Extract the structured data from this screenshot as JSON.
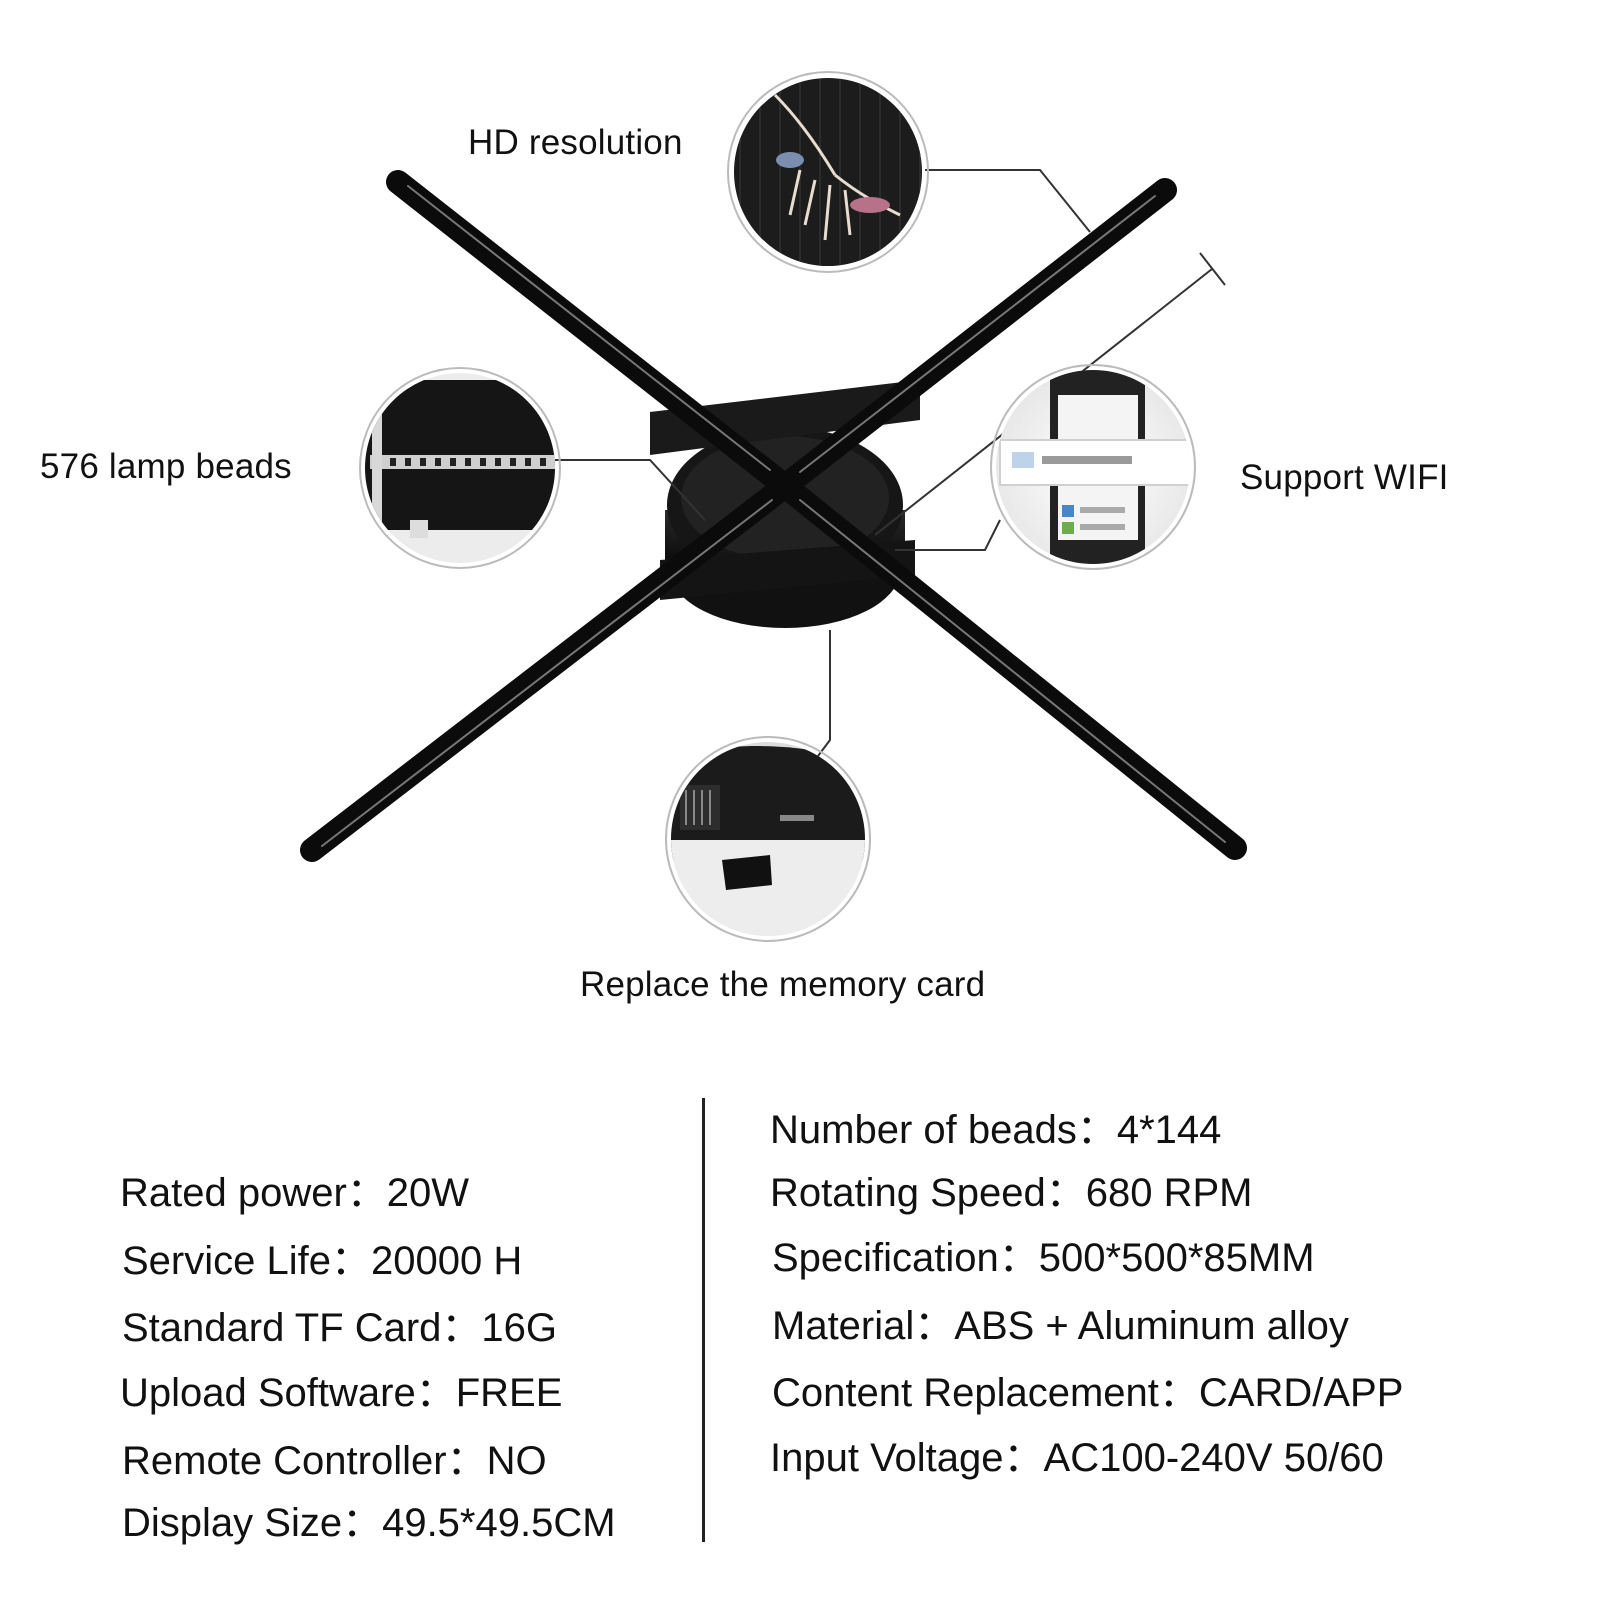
{
  "callouts": {
    "hd_resolution": "HD resolution",
    "lamp_beads": "576 lamp beads",
    "support_wifi": "Support WIFI",
    "memory_card": "Replace the memory card"
  },
  "specs_left": [
    {
      "label": "Rated power",
      "value": "20W"
    },
    {
      "label": "Service Life",
      "value": "20000 H"
    },
    {
      "label": "Standard TF Card",
      "value": "16G"
    },
    {
      "label": "Upload Software",
      "value": "FREE"
    },
    {
      "label": "Remote Controller",
      "value": "NO"
    },
    {
      "label": "Display Size",
      "value": "49.5*49.5CM"
    }
  ],
  "specs_right": [
    {
      "label": "Number of beads",
      "value": "4*144"
    },
    {
      "label": "Rotating Speed",
      "value": "680 RPM"
    },
    {
      "label": "Specification",
      "value": "500*500*85MM"
    },
    {
      "label": "Material",
      "value": "ABS + Aluminum alloy"
    },
    {
      "label": "Content Replacement",
      "value": "CARD/APP"
    },
    {
      "label": "Input Voltage",
      "value": "AC100-240V 50/60"
    }
  ],
  "separator": "："
}
